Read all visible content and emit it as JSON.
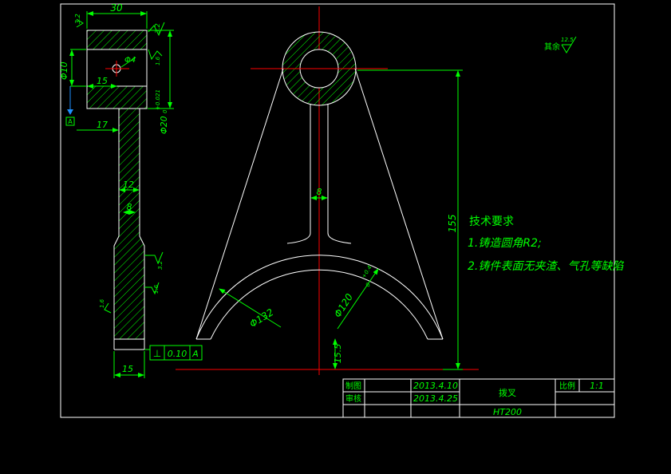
{
  "colors": {
    "background": "#000000",
    "outline": "#ffffff",
    "dimension": "#00ff00",
    "centerline": "#ff0000",
    "datum": "#1e90ff"
  },
  "side_view_dims": {
    "width_top": "30",
    "top_rough": "3.2",
    "right_rough": "3.2",
    "hole_dia": "Φ4",
    "hole_rough": "1.6",
    "offset_15": "15",
    "dia_10": "Φ10",
    "bore_dia": "Φ20",
    "bore_tol": "+0.021",
    "bore_tol_low": "0",
    "offset_17": "17",
    "web_12": "12",
    "web_8": "8",
    "mid_rough": "3.2",
    "lower_rough": "1.6",
    "left_rough": "1.6",
    "bottom_15": "15",
    "datum_a": "A"
  },
  "tolerance_frame": {
    "symbol": "⊥",
    "value": "0.10",
    "datum": "A"
  },
  "front_view_dims": {
    "rib_width": "8",
    "height_155": "155",
    "height_15_5": "15.5",
    "arc_outer": "Φ132",
    "arc_inner": "Φ120",
    "arc_inner_tol": "+0.4",
    "arc_inner_tol_low": "0"
  },
  "roughness_note": {
    "label": "其余",
    "value": "12.5"
  },
  "tech_requirements": {
    "title": "技术要求",
    "item1": "1.铸造圆角R2;",
    "item2": "2.铸件表面无夹渣、气孔等缺陷"
  },
  "title_block": {
    "drawn_label": "制图",
    "drawn_date": "2013.4.10",
    "checked_label": "审核",
    "checked_date": "2013.4.25",
    "part_name": "拨叉",
    "scale_label": "比例",
    "scale_value": "1:1",
    "material": "HT200"
  }
}
